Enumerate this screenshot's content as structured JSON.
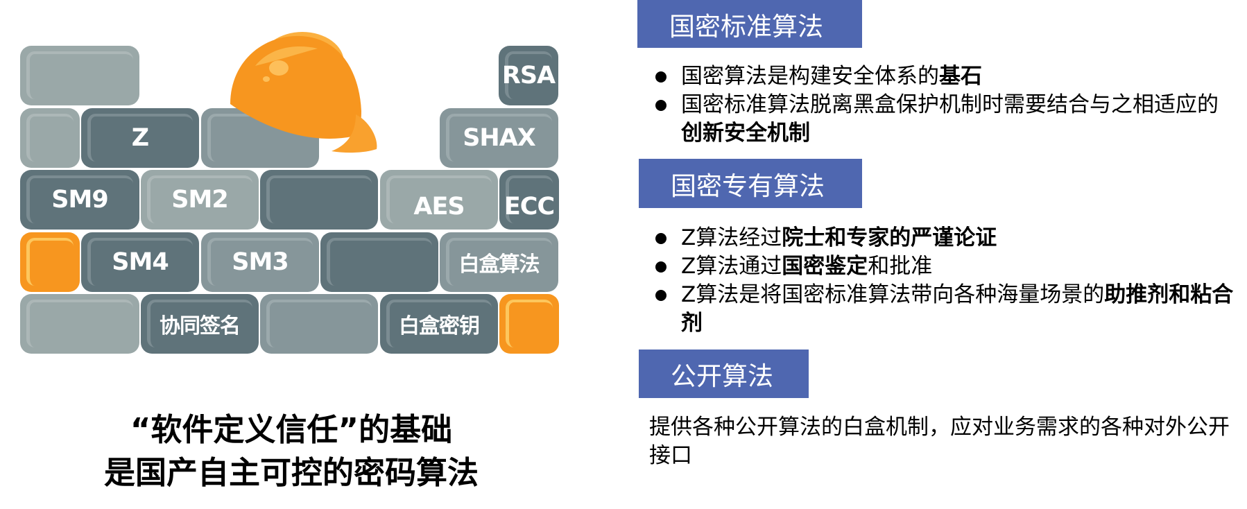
{
  "wall": {
    "bricks": [
      "Z",
      "RSA",
      "SHAX",
      "SM9",
      "SM2",
      "AES",
      "ECC",
      "SM4",
      "SM3",
      "白盒算法",
      "协同签名",
      "白盒密钥"
    ],
    "colors": {
      "dark": "#5f737a",
      "mid": "#86969a",
      "light": "#9aa8a8",
      "orange": "#f7961f"
    }
  },
  "caption": {
    "line1": "“软件定义信任”的基础",
    "line2": "是国产自主可控的密码算法"
  },
  "sections": {
    "standard": {
      "title": "国密标准算法",
      "items": [
        {
          "text": "国密算法是构建安全体系的",
          "bold": "基石"
        },
        {
          "text": "国密标准算法脱离黑盒保护机制时需要结合与之相适应的",
          "bold": "创新安全机制"
        }
      ]
    },
    "proprietary": {
      "title": "国密专有算法",
      "items": [
        {
          "text": "Z算法经过",
          "bold": "院士和专家的严谨论证",
          "after": ""
        },
        {
          "text": "Z算法通过",
          "bold": "国密鉴定",
          "after": "和批准"
        },
        {
          "text": "Z算法是将国密标准算法带向各种海量场景的",
          "bold": "助推剂和粘合剂",
          "after": ""
        }
      ]
    },
    "public": {
      "title": "公开算法",
      "text": "提供各种公开算法的白盒机制，应对业务需求的各种对外公开接口"
    }
  },
  "accent": "#4f67b0"
}
